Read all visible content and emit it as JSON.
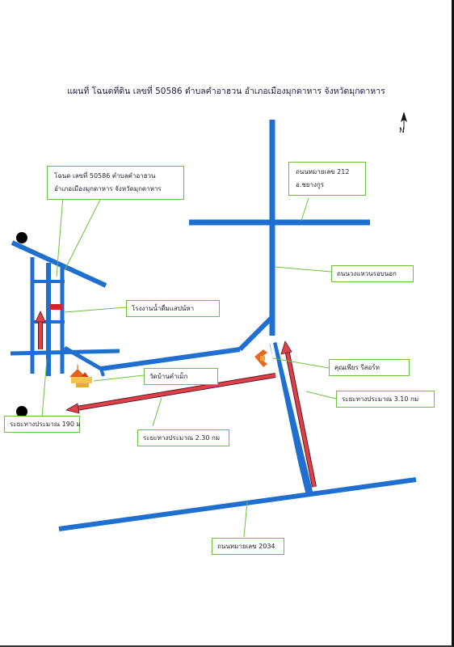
{
  "title": "แผนที่ โฉนดที่ดิน เลขที่ 50586 ตำบลคำอาฮวน  อำเภอเมืองมุกดาหาร จังหวัดมุกดาหาร",
  "north_label": "N",
  "labels": {
    "deed_line1": "โฉนด เลขที่ 50586 ตำบลคำอาฮวน",
    "deed_line2": "อำเภอเมืองมุกดาหาร จังหวัดมุกดาหาร",
    "highway212_line1": "ถนนหมายเลข 212",
    "highway212_line2": "อ.ชยางกูร",
    "ring_road": "ถนนวงแหวนรอบนอก",
    "water_factory": "โรงงานน้ำดื่มแสปน์หา",
    "temple": "วัดบ้านคำเม็ก",
    "resort": "คุณเพียร รีสอร์ท",
    "dist_310": "ระยะทางประมาณ 3.10 กม",
    "dist_230": "ระยะทางประมาณ 2.30 กม",
    "dist_190": "ระยะทางประมาณ 190 ม",
    "highway2034": "ถนนหมายเลข 2034"
  },
  "colors": {
    "road": "#1f6fd1",
    "route_arrow": "#e0404a",
    "leader_line": "#6cc13e",
    "marker": "#000000"
  },
  "icons": [
    "north-arrow-icon",
    "temple-icon",
    "resort-icon",
    "factory-marker",
    "location-dot"
  ]
}
